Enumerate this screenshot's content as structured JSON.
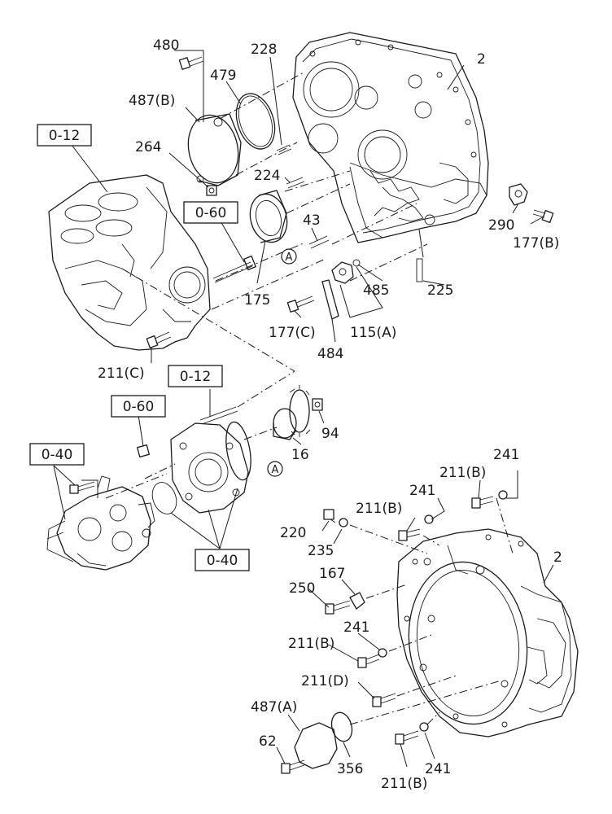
{
  "labels": {
    "p480": "480",
    "p479": "479",
    "p228": "228",
    "p2_top": "2",
    "p487b": "487(B)",
    "p264": "264",
    "p224": "224",
    "p290": "290",
    "p177b": "177(B)",
    "p43": "43",
    "p175": "175",
    "p485": "485",
    "p225": "225",
    "p177c": "177(C)",
    "p115a": "115(A)",
    "p484": "484",
    "p211c": "211(C)",
    "p94": "94",
    "p16": "16",
    "p241_a": "241",
    "p211b_a": "211(B)",
    "p241_b": "241",
    "p211b_b": "211(B)",
    "p220": "220",
    "p235": "235",
    "p2_bot": "2",
    "p167": "167",
    "p250": "250",
    "p241_c": "241",
    "p211b_c": "211(B)",
    "p211d": "211(D)",
    "p487a": "487(A)",
    "p62": "62",
    "p356": "356",
    "p241_d": "241",
    "p211b_d": "211(B)"
  },
  "refs": {
    "r012_top": "0-12",
    "r060_top": "0-60",
    "r012_mid": "0-12",
    "r060_mid": "0-60",
    "r040_left": "0-40",
    "r040_bot": "0-40"
  },
  "markers": {
    "a1": "A",
    "a2": "A"
  }
}
